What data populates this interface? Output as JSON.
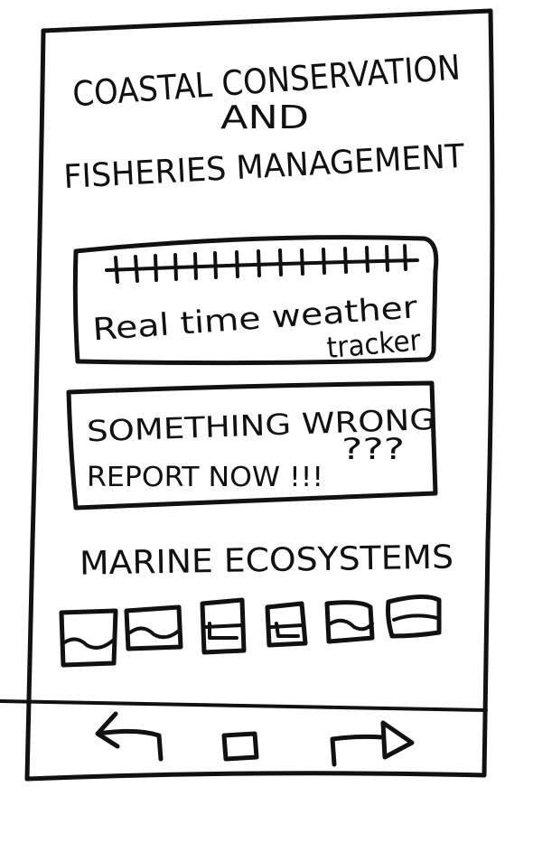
{
  "header": {
    "title_line1": "COASTAL CONSERVATION",
    "title_line2": "AND",
    "title_line3": "FISHERIES MANAGEMENT"
  },
  "weather_card": {
    "label_line1": "Real time weather",
    "label_line2": "tracker"
  },
  "report_card": {
    "line1": "SOMETHING WRONG",
    "question": "???",
    "line2": "REPORT NOW !!!"
  },
  "ecosystems": {
    "heading": "MARINE ECOSYSTEMS",
    "tiles": [
      "image",
      "image",
      "image",
      "image",
      "image",
      "image"
    ]
  },
  "nav": {
    "back_icon": "back-arrow-icon",
    "home_icon": "home-square-icon",
    "forward_icon": "forward-arrow-icon"
  },
  "colors": {
    "ink": "#111111",
    "paper": "#ffffff"
  }
}
